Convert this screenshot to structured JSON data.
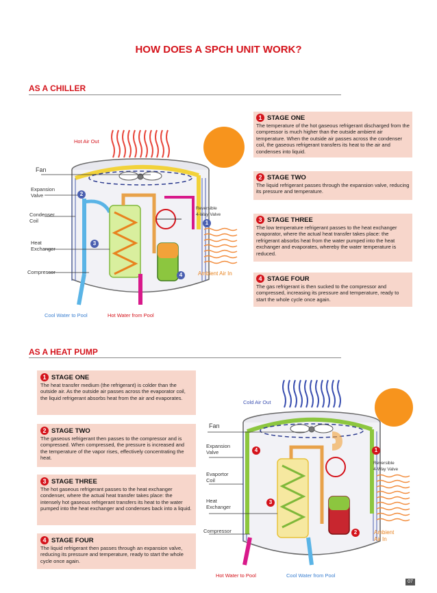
{
  "title": "HOW DOES A SPCH UNIT WORK?",
  "chiller": {
    "heading": "AS A CHILLER",
    "stages": [
      {
        "num": "1",
        "title": "STAGE ONE",
        "text": "The temperature of the hot gaseous refrigerant discharged from the compressor is much higher than the outside ambient air temperature. When the outside air passes across the condenser coil, the gaseous refrigerant transfers its heat to the air and condenses into liquid."
      },
      {
        "num": "2",
        "title": "STAGE TWO",
        "text": "The liquid refrigerant passes through the expansion valve, reducing its pressure and temperature."
      },
      {
        "num": "3",
        "title": "STAGE THREE",
        "text": "The low temperature refrigerant passes to the heat exchanger evaporator, where the actual heat transfer takes place: the refrigerant absorbs heat from the water pumped into the heat exchanger and evaporates, whereby the water temperature is reduced."
      },
      {
        "num": "4",
        "title": "STAGE FOUR",
        "text": "The gas refrigerant is then sucked to the compressor and compressed, increasing its pressure and temperature, ready to start the whole cycle once again."
      }
    ],
    "diagram": {
      "air_out": "Hot  Air Out",
      "fan": "Fan",
      "expansion_valve": "Expansion\nValve",
      "condenser_coil": "Condenser\nCoil",
      "heat_exchanger": "Heat\nExchanger",
      "compressor": "Compressor",
      "reversible_valve": "Reversible\n4-Way Valve",
      "ambient_air": "Ambient Air In",
      "water_in": "Cool Water to Pool",
      "water_out": "Hot Water from Pool",
      "markers": [
        "1",
        "2",
        "3",
        "4"
      ]
    }
  },
  "heatpump": {
    "heading": "AS A HEAT PUMP",
    "stages": [
      {
        "num": "1",
        "title": "STAGE ONE",
        "text": "The heat transfer medium (the refrigerant) is colder than the outside air. As the outside air passes across the evaporator coil, the liquid refrigerant absorbs heat from the air and evaporates."
      },
      {
        "num": "2",
        "title": "STAGE TWO",
        "text": "The gaseous refrigerant then passes to the compressor and is compressed. When compressed, the pressure is increased and the temperature of the vapor rises, effectively concentrating the heat."
      },
      {
        "num": "3",
        "title": "STAGE THREE",
        "text": "The hot gaseous refrigerant passes to the heat exchanger condenser, where the actual heat transfer takes place: the intensely hot gaseous refrigerant transfers its heat to the water pumped into the heat exchanger and condenses back into a liquid."
      },
      {
        "num": "4",
        "title": "STAGE FOUR",
        "text": "The liquid refrigerant then passes through an expansion valve, reducing its pressure and temperature, ready to start the whole cycle once again."
      }
    ],
    "diagram": {
      "air_out": "Cold  Air Out",
      "fan": "Fan",
      "expansion_valve": "Expansion\nValve",
      "evaporator_coil": "Evaportor\nCoil",
      "heat_exchanger": "Heat\nExchanger",
      "compressor": "Compressor",
      "reversible_valve": "Reversible\n4-Way Valve",
      "ambient_air": "Ambient\nAir In",
      "water_in": "Hot Water to Pool",
      "water_out": "Cool Water from Pool",
      "markers": [
        "1",
        "2",
        "3",
        "4"
      ]
    }
  },
  "page_number": "07",
  "colors": {
    "accent": "#d4121a",
    "box": "#f7d6cb",
    "sun": "#f7941d",
    "pipe_yellow": "#f2d23a",
    "pipe_green": "#8cc63f",
    "pipe_blue": "#5ab4e6",
    "pipe_magenta": "#d8198a"
  }
}
